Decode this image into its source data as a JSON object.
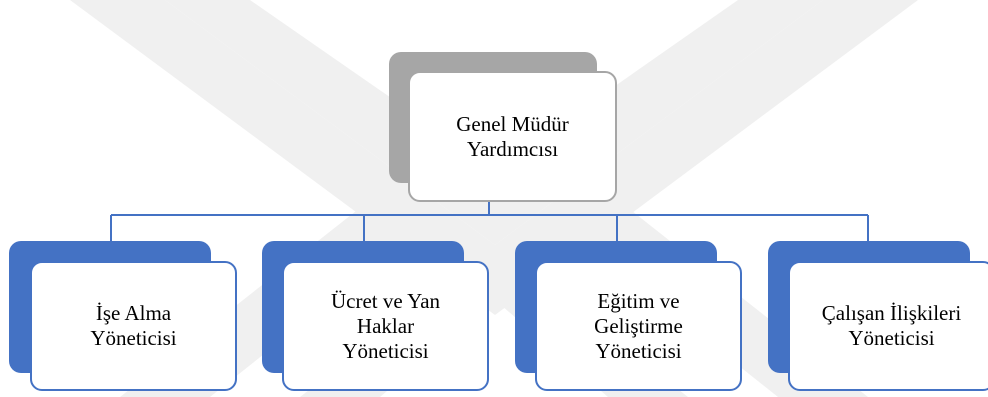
{
  "diagram": {
    "top_node": {
      "lines": [
        "Genel Müdür",
        "Yardımcısı"
      ]
    },
    "child_nodes": [
      {
        "lines": [
          "İşe Alma",
          "Yöneticisi"
        ]
      },
      {
        "lines": [
          "Ücret ve Yan",
          "Haklar",
          "Yöneticisi"
        ]
      },
      {
        "lines": [
          "Eğitim ve",
          "Geliştirme",
          "Yöneticisi"
        ]
      },
      {
        "lines": [
          "Çalışan İlişkileri",
          "Yöneticisi"
        ]
      }
    ],
    "colors": {
      "top_shadow": "#a6a6a6",
      "child_accent": "#4472c4",
      "connector": "#4472c4",
      "watermark": "#f0f0f0"
    }
  }
}
